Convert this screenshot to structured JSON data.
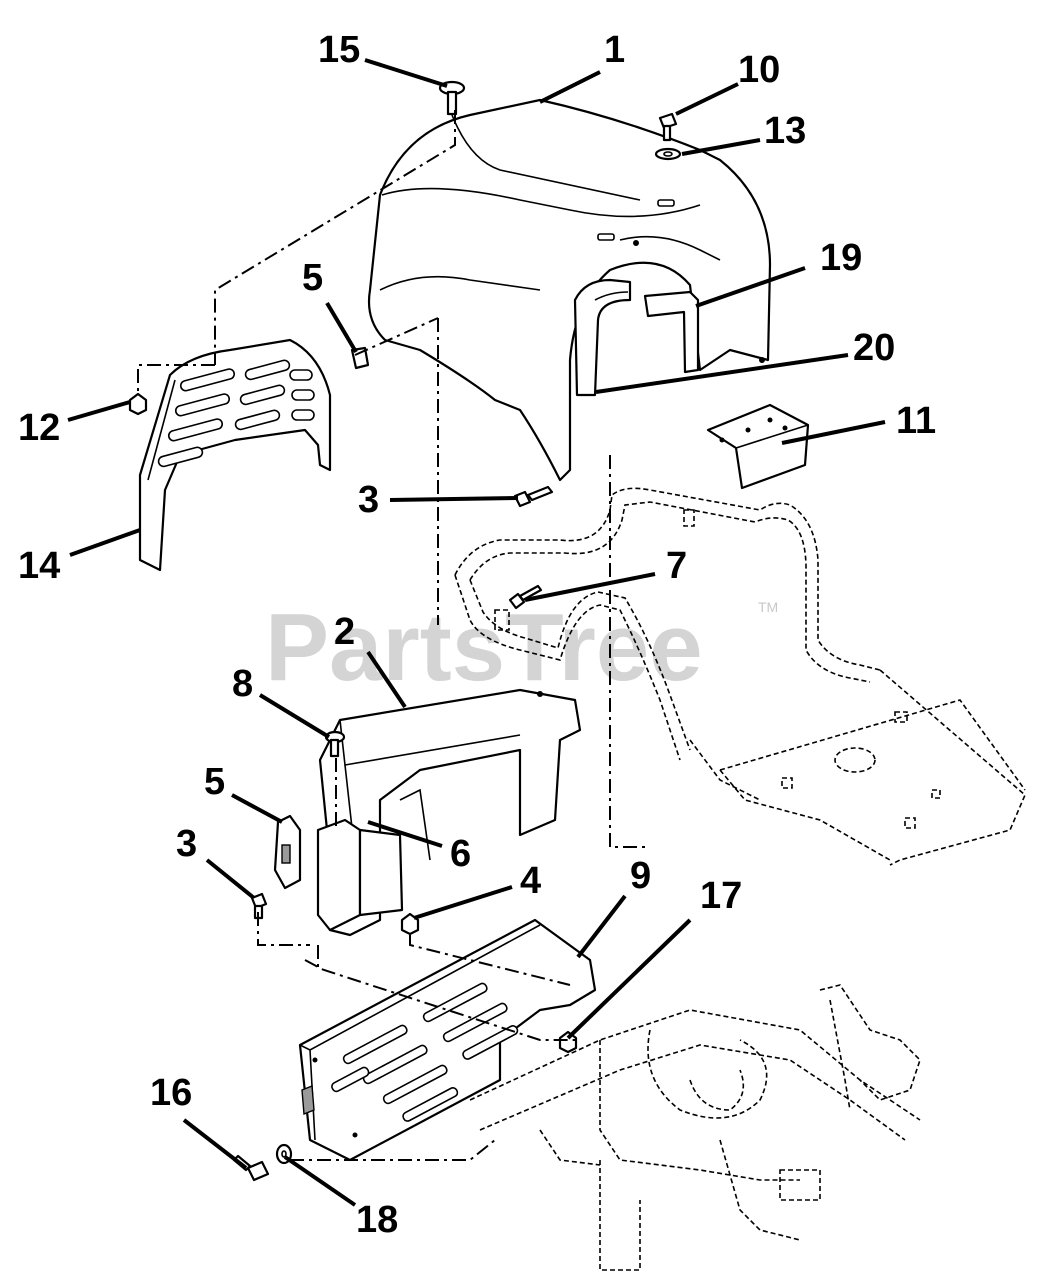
{
  "watermark": "PartsTree",
  "trademark": "TM",
  "callouts": [
    "1",
    "2",
    "3",
    "3",
    "4",
    "5",
    "5",
    "6",
    "7",
    "8",
    "9",
    "10",
    "11",
    "12",
    "13",
    "14",
    "15",
    "16",
    "17",
    "18",
    "19",
    "20"
  ],
  "colors": {
    "ink": "#000000",
    "watermark": "#d4d4d4",
    "paper": "#ffffff"
  }
}
